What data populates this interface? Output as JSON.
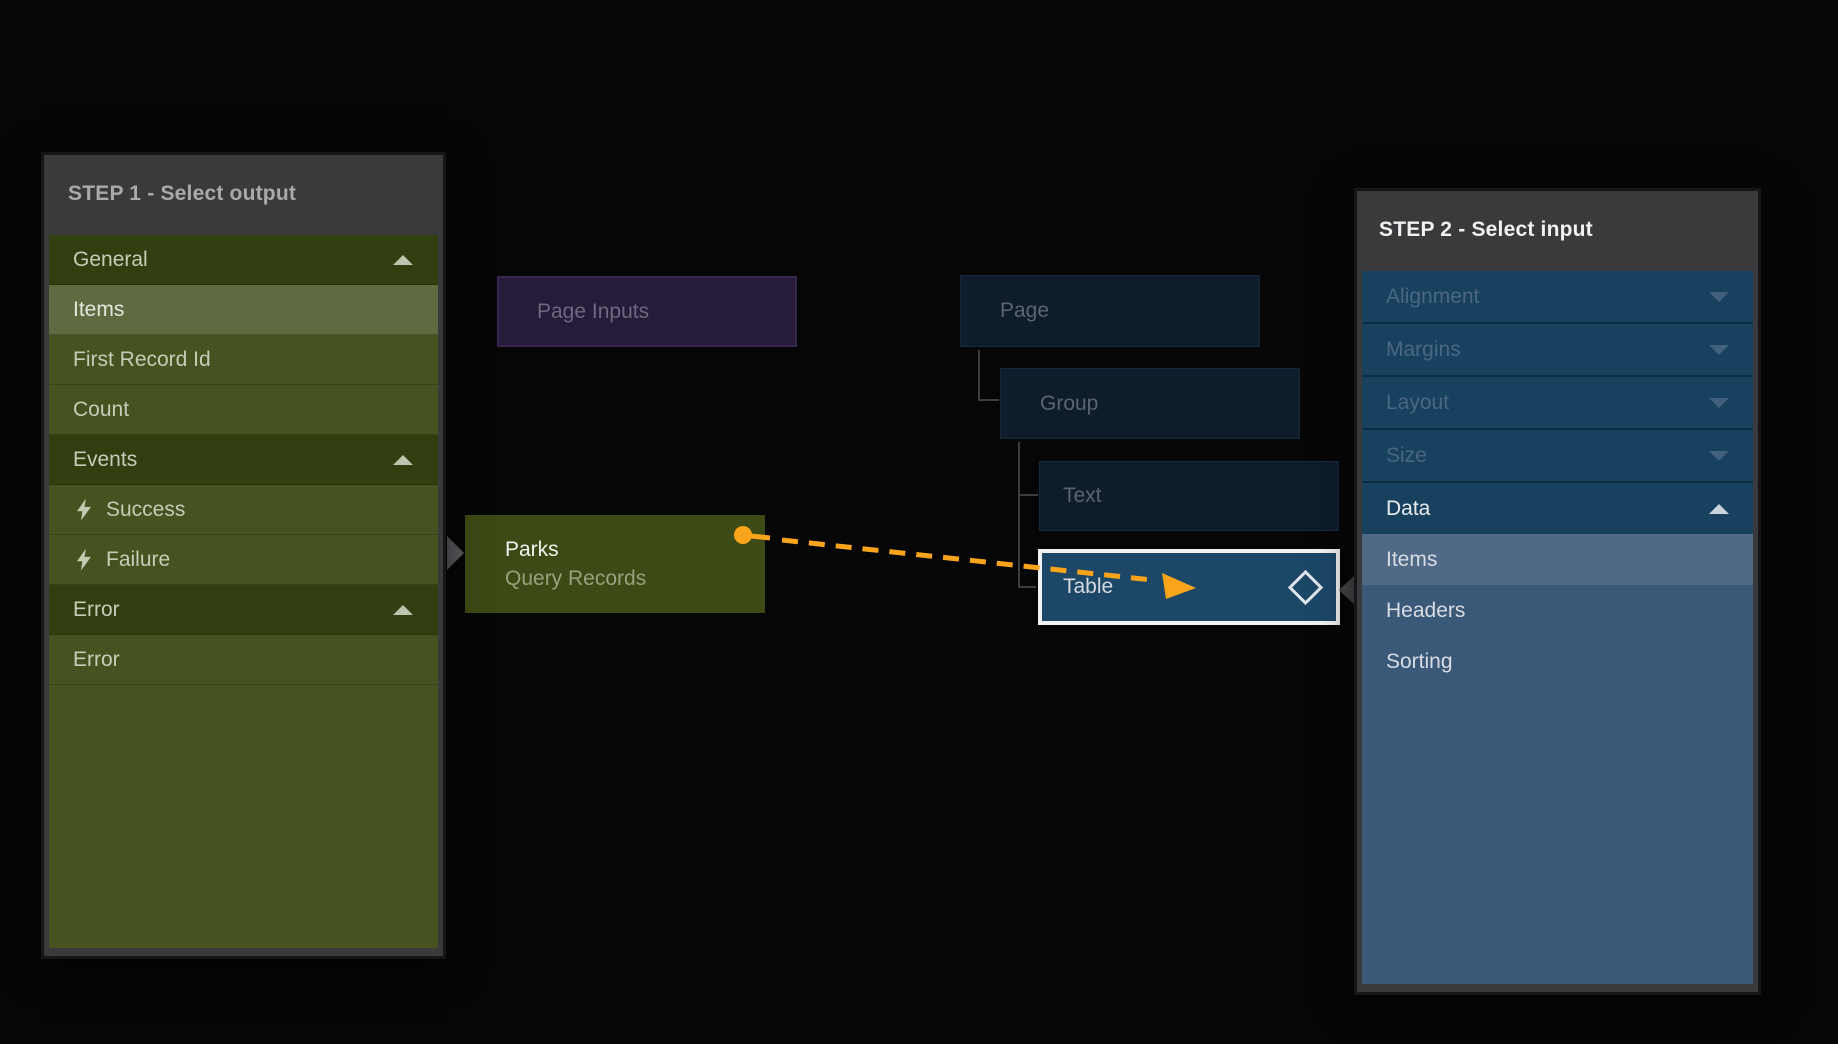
{
  "step1_panel": {
    "title": "STEP 1 - Select output",
    "rows": [
      {
        "label": "General",
        "type": "section",
        "state": "expanded"
      },
      {
        "label": "Items",
        "type": "item",
        "selected": true
      },
      {
        "label": "First Record Id",
        "type": "item"
      },
      {
        "label": "Count",
        "type": "item"
      },
      {
        "label": "Events",
        "type": "section",
        "state": "expanded"
      },
      {
        "label": "Success",
        "type": "event",
        "icon": "lightning-icon"
      },
      {
        "label": "Failure",
        "type": "event",
        "icon": "lightning-icon"
      },
      {
        "label": "Error",
        "type": "section",
        "state": "expanded"
      },
      {
        "label": "Error",
        "type": "item"
      }
    ]
  },
  "canvas": {
    "page_inputs_node": {
      "label": "Page Inputs"
    },
    "parks_node": {
      "name": "Parks",
      "type": "Query Records"
    },
    "page_node": {
      "label": "Page"
    },
    "group_node": {
      "label": "Group"
    },
    "text_node": {
      "label": "Text"
    },
    "table_node": {
      "label": "Table",
      "icon": "diamond-icon",
      "selected": true
    },
    "connection": {
      "from": "Parks",
      "to": "Table",
      "style": "orange-dashed-arrow"
    }
  },
  "step2_panel": {
    "title": "STEP 2 - Select input",
    "rows": [
      {
        "label": "Alignment",
        "type": "section",
        "state": "collapsed"
      },
      {
        "label": "Margins",
        "type": "section",
        "state": "collapsed"
      },
      {
        "label": "Layout",
        "type": "section",
        "state": "collapsed"
      },
      {
        "label": "Size",
        "type": "section",
        "state": "collapsed"
      },
      {
        "label": "Data",
        "type": "section",
        "state": "expanded"
      },
      {
        "label": "Items",
        "type": "item",
        "selected": true
      },
      {
        "label": "Headers",
        "type": "item"
      },
      {
        "label": "Sorting",
        "type": "item"
      }
    ]
  },
  "colors": {
    "accent-orange": "#f9a41b",
    "olive-row": "#46521f",
    "olive-section": "#303e10",
    "olive-selected": "#5e6b41",
    "blue-row": "#17415e",
    "blue-child-bg": "#3a5878",
    "blue-selected": "#4f6987",
    "table-node-bg": "#1d4767",
    "navy-node-bg": "#0e1c2b",
    "purple-node-bg": "#261b38",
    "parks-node-bg": "#3d4a15"
  }
}
